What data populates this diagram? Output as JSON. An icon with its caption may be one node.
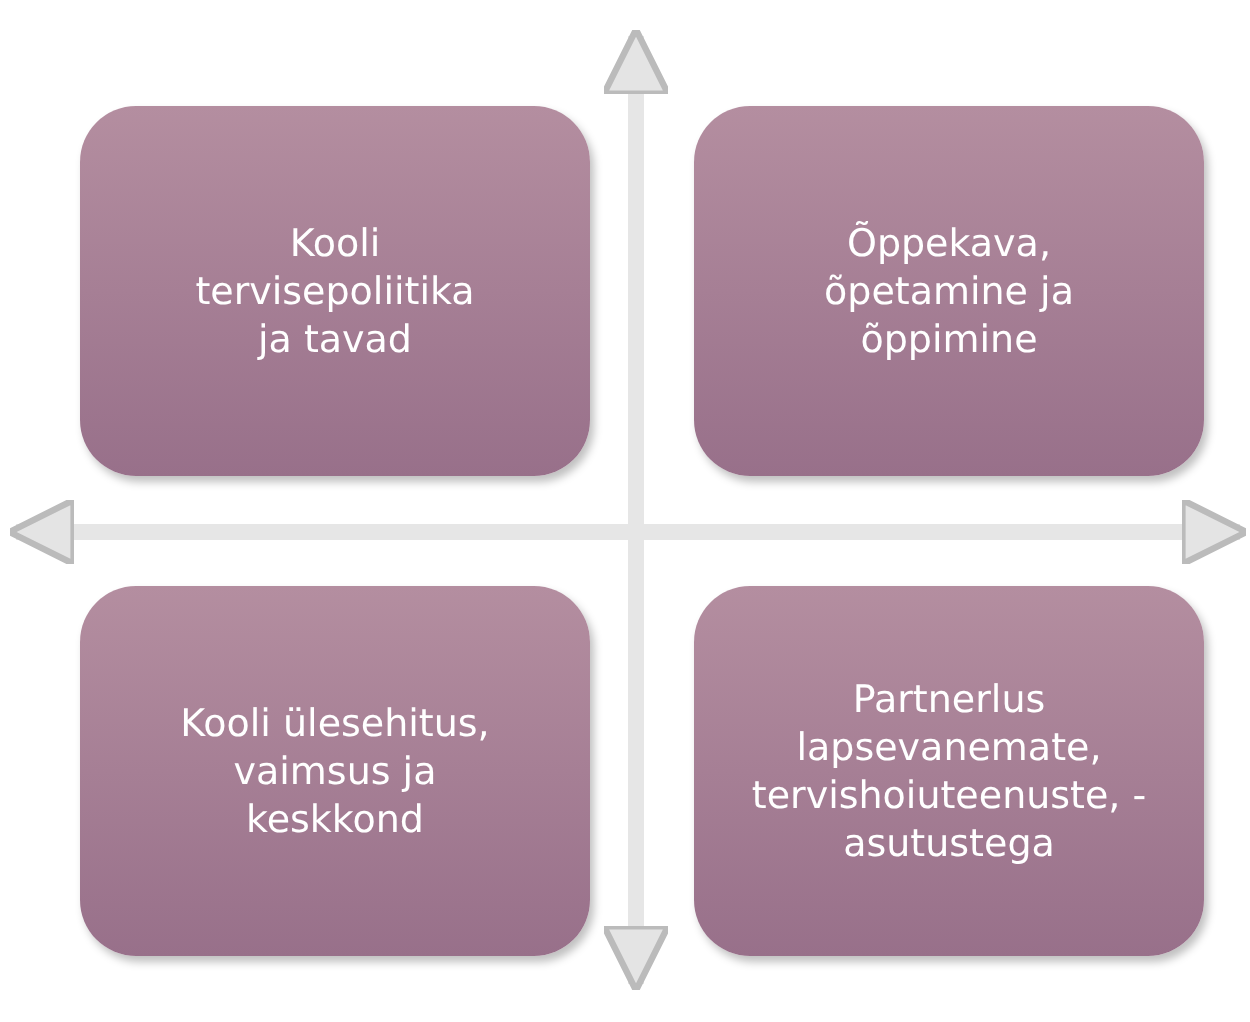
{
  "diagram": {
    "nodes": [
      {
        "text": [
          "Kooli tervisepoliitika ja tavad"
        ]
      },
      {
        "text": [
          "Õppekava, õpetamine ja õppimine"
        ]
      },
      {
        "text": [
          "Kooli ülesehitus, vaimsus ja keskkond"
        ]
      },
      {
        "text": [
          "Partnerlus lapsevanemate, tervishoiuteenuste, - asutustega"
        ]
      }
    ],
    "edges": []
  }
}
